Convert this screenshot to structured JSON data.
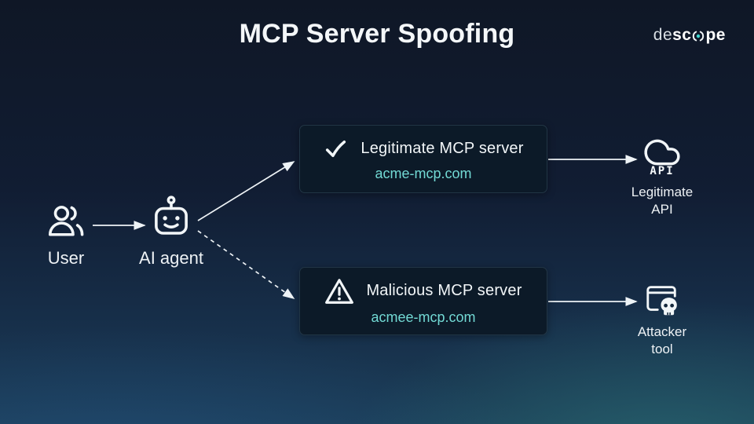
{
  "title": "MCP Server Spoofing",
  "logo": {
    "part1": "de",
    "part2": "sc",
    "part3": "pe"
  },
  "nodes": {
    "user": {
      "label": "User"
    },
    "agent": {
      "label": "AI agent"
    },
    "legit_server": {
      "title": "Legitimate MCP server",
      "domain": "acme-mcp.com"
    },
    "malicious_server": {
      "title": "Malicious MCP server",
      "domain": "acmee-mcp.com"
    },
    "legit_api": {
      "icon_text": "API",
      "label_line1": "Legitimate",
      "label_line2": "API"
    },
    "attacker_tool": {
      "label_line1": "Attacker",
      "label_line2": "tool"
    }
  },
  "edges": [
    {
      "from": "user",
      "to": "agent",
      "style": "solid"
    },
    {
      "from": "agent",
      "to": "legit_server",
      "style": "solid"
    },
    {
      "from": "agent",
      "to": "malicious_server",
      "style": "dashed"
    },
    {
      "from": "legit_server",
      "to": "legit_api",
      "style": "solid"
    },
    {
      "from": "malicious_server",
      "to": "attacker_tool",
      "style": "solid"
    }
  ],
  "colors": {
    "accent_teal": "#72d9d4",
    "background_top": "#0f1726",
    "background_bottom": "#1e4659",
    "box_background": "#0c1a28",
    "text": "#f2f6f8"
  }
}
